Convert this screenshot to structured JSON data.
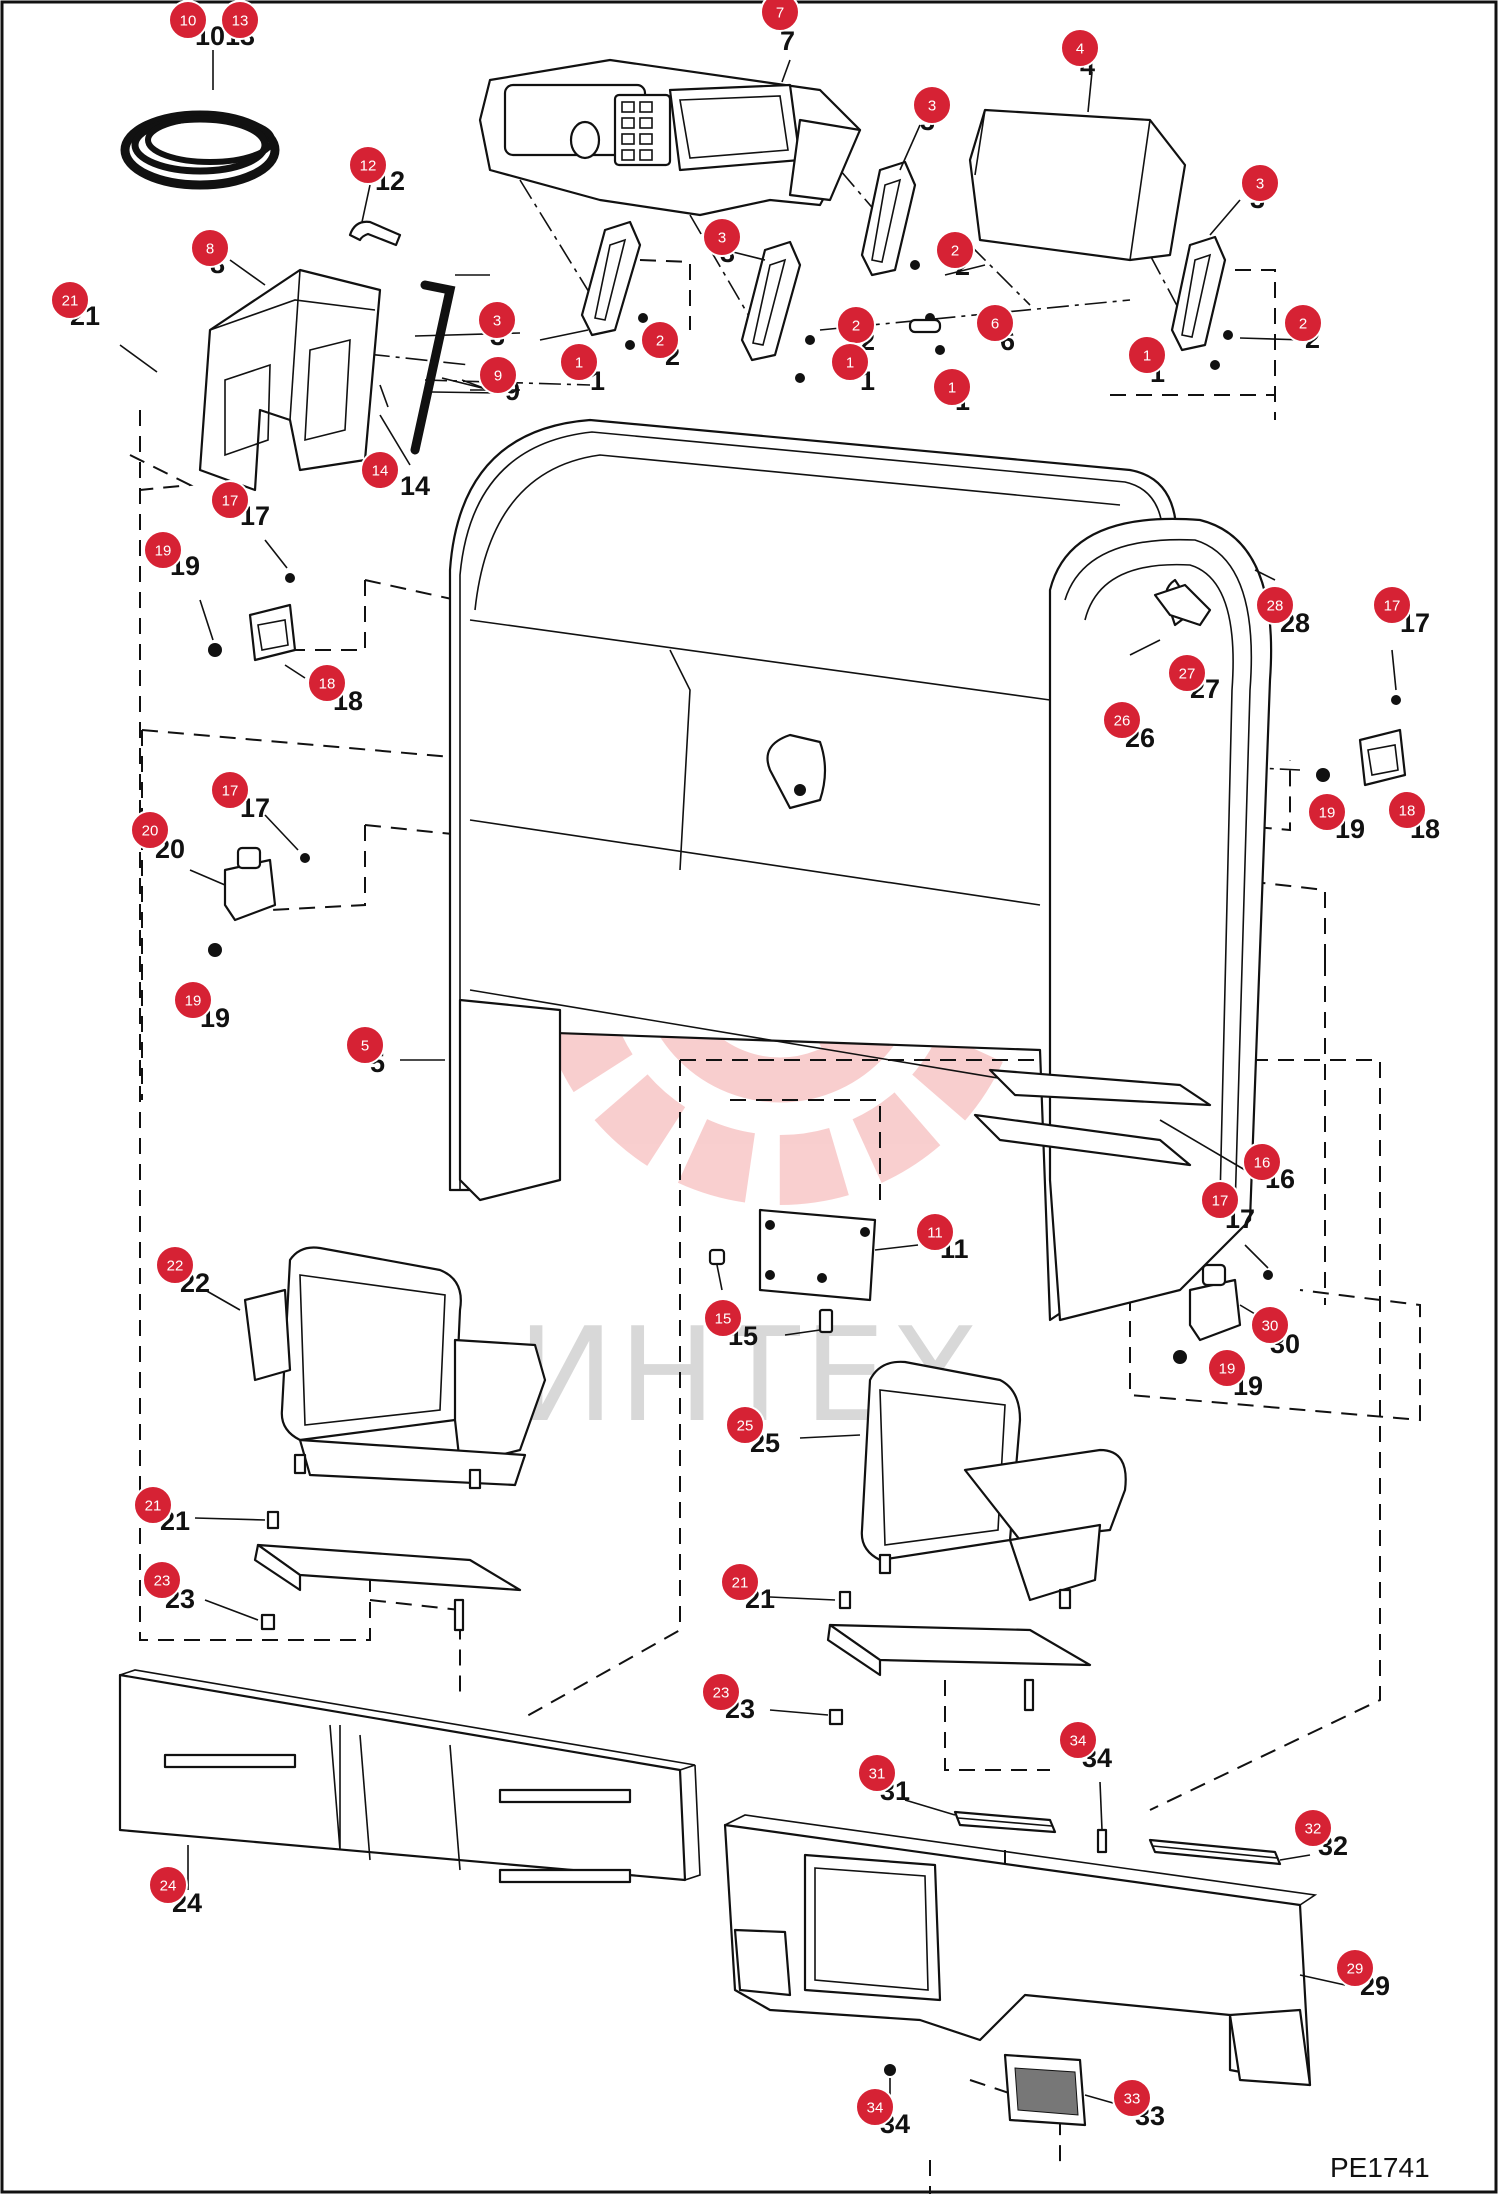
{
  "diagram": {
    "drawing_code": "PE1741",
    "watermark": {
      "text": "ИНТЕХ",
      "color": "#f4a7a7"
    },
    "badge_color": "#d62234",
    "callouts": [
      {
        "id": "c10",
        "num": "10",
        "badge": "10"
      },
      {
        "id": "c13",
        "num": "13",
        "badge": "13"
      },
      {
        "id": "c7",
        "num": "7",
        "badge": "7"
      },
      {
        "id": "c4",
        "num": "4",
        "badge": "4"
      },
      {
        "id": "c3a",
        "num": "3",
        "badge": "3"
      },
      {
        "id": "c3b",
        "num": "3",
        "badge": "3"
      },
      {
        "id": "c3c",
        "num": "3",
        "badge": "3"
      },
      {
        "id": "c3d",
        "num": "3",
        "badge": "3"
      },
      {
        "id": "c12",
        "num": "12",
        "badge": "12"
      },
      {
        "id": "c8",
        "num": "8",
        "badge": "8"
      },
      {
        "id": "c21a",
        "num": "21",
        "badge": "21"
      },
      {
        "id": "c2a",
        "num": "2",
        "badge": "2"
      },
      {
        "id": "c2b",
        "num": "2",
        "badge": "2"
      },
      {
        "id": "c2c",
        "num": "2",
        "badge": "2"
      },
      {
        "id": "c2d",
        "num": "2",
        "badge": "2"
      },
      {
        "id": "c1a",
        "num": "1",
        "badge": "1"
      },
      {
        "id": "c1b",
        "num": "1",
        "badge": "1"
      },
      {
        "id": "c1c",
        "num": "1",
        "badge": "1"
      },
      {
        "id": "c1d",
        "num": "1",
        "badge": "1"
      },
      {
        "id": "c6",
        "num": "6",
        "badge": "6"
      },
      {
        "id": "c9",
        "num": "9",
        "badge": "9"
      },
      {
        "id": "c14",
        "num": "14",
        "badge": "14"
      },
      {
        "id": "c17a",
        "num": "17",
        "badge": "17"
      },
      {
        "id": "c19a",
        "num": "19",
        "badge": "19"
      },
      {
        "id": "c18a",
        "num": "18",
        "badge": "18"
      },
      {
        "id": "c28",
        "num": "28",
        "badge": "28"
      },
      {
        "id": "c17b",
        "num": "17",
        "badge": "17"
      },
      {
        "id": "c27",
        "num": "27",
        "badge": "27"
      },
      {
        "id": "c26",
        "num": "26",
        "badge": "26"
      },
      {
        "id": "c19b",
        "num": "19",
        "badge": "19"
      },
      {
        "id": "c18b",
        "num": "18",
        "badge": "18"
      },
      {
        "id": "c17c",
        "num": "17",
        "badge": "17"
      },
      {
        "id": "c20",
        "num": "20",
        "badge": "20"
      },
      {
        "id": "c19c",
        "num": "19",
        "badge": "19"
      },
      {
        "id": "c5",
        "num": "5",
        "badge": "5"
      },
      {
        "id": "c16",
        "num": "16",
        "badge": "16"
      },
      {
        "id": "c17d",
        "num": "17",
        "badge": "17"
      },
      {
        "id": "c11",
        "num": "11",
        "badge": "11"
      },
      {
        "id": "c30",
        "num": "30",
        "badge": "30"
      },
      {
        "id": "c19d",
        "num": "19",
        "badge": "19"
      },
      {
        "id": "c22",
        "num": "22",
        "badge": "22"
      },
      {
        "id": "c15",
        "num": "15",
        "badge": "15"
      },
      {
        "id": "c25",
        "num": "25",
        "badge": "25"
      },
      {
        "id": "c21b",
        "num": "21",
        "badge": "21"
      },
      {
        "id": "c23a",
        "num": "23",
        "badge": "23"
      },
      {
        "id": "c21c",
        "num": "21",
        "badge": "21"
      },
      {
        "id": "c23b",
        "num": "23",
        "badge": "23"
      },
      {
        "id": "c34a",
        "num": "34",
        "badge": "34"
      },
      {
        "id": "c31",
        "num": "31",
        "badge": "31"
      },
      {
        "id": "c32",
        "num": "32",
        "badge": "32"
      },
      {
        "id": "c24",
        "num": "24",
        "badge": "24"
      },
      {
        "id": "c29",
        "num": "29",
        "badge": "29"
      },
      {
        "id": "c34b",
        "num": "34",
        "badge": "34"
      },
      {
        "id": "c33",
        "num": "33",
        "badge": "33"
      }
    ]
  }
}
